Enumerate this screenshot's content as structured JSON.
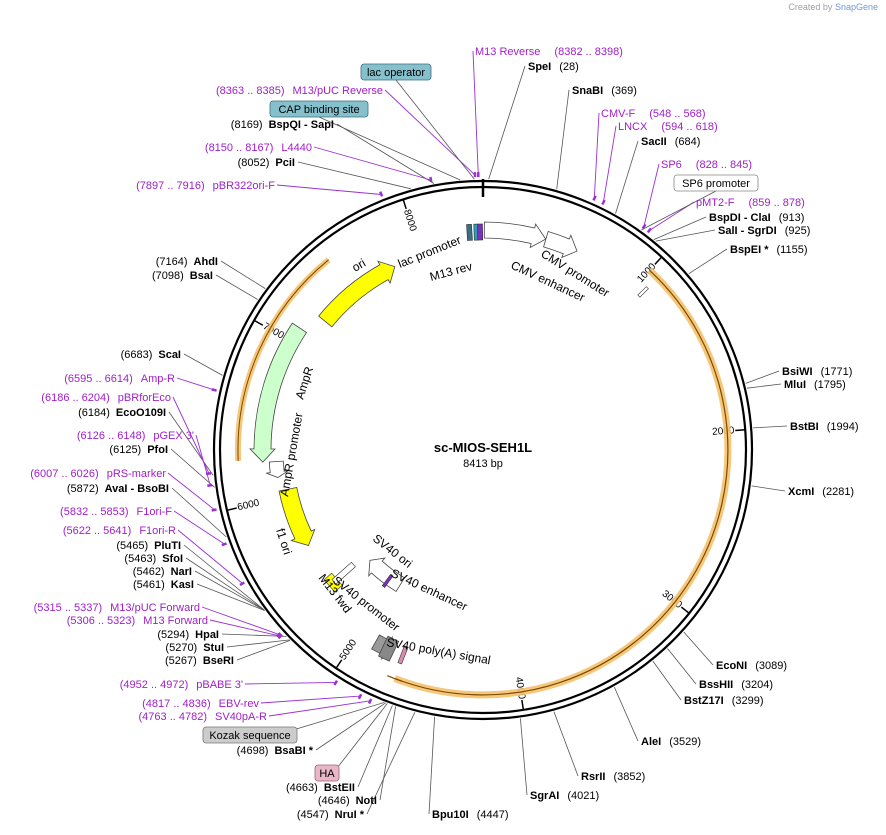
{
  "credit": {
    "prefix": "Created by",
    "brand": "SnapGene"
  },
  "plasmid": {
    "name": "sc-MIOS-SEH1L",
    "size_label": "8413 bp",
    "length": 8413
  },
  "colors": {
    "backbone": "#000000",
    "enzyme_text": "#000000",
    "primer_text": "#a020c8",
    "primer_mark": "#9b30d0",
    "ori": "#ffff00",
    "ampr": "#ccffcc",
    "orf_highlight": "#f5c16c",
    "orf_arrow": "#e5a52a",
    "feature_label_bg": "#86c0cc",
    "kozak_bg": "#cccccc",
    "ha_bg": "#e9b7c8"
  },
  "ticks": [
    {
      "bp": 1000,
      "label": "1000"
    },
    {
      "bp": 2000,
      "label": "2000"
    },
    {
      "bp": 3000,
      "label": "3000"
    },
    {
      "bp": 4000,
      "label": "4000"
    },
    {
      "bp": 5000,
      "label": "5000"
    },
    {
      "bp": 6000,
      "label": "6000"
    },
    {
      "bp": 7000,
      "label": "7000"
    },
    {
      "bp": 8000,
      "label": "8000"
    }
  ],
  "features": [
    {
      "name": "ori",
      "start": 7225,
      "end": 7813,
      "dir": 1,
      "type": "ori",
      "label": "ori"
    },
    {
      "name": "AmpR",
      "start": 6236,
      "end": 7096,
      "dir": -1,
      "type": "ampr",
      "label": "AmpR"
    },
    {
      "name": "AmpR promoter",
      "start": 6131,
      "end": 6235,
      "dir": -1,
      "type": "promoter",
      "label": "AmpR promoter"
    },
    {
      "name": "f1 ori",
      "start": 5639,
      "end": 6044,
      "dir": -1,
      "type": "ori",
      "label": "f1 ori"
    },
    {
      "name": "CMV enhancer",
      "start": 8,
      "end": 387,
      "dir": 1,
      "type": "promoter",
      "label": "CMV enhancer"
    },
    {
      "name": "CMV promoter",
      "start": 388,
      "end": 591,
      "dir": 1,
      "type": "promoter",
      "label": "CMV promoter"
    },
    {
      "name": "SV40 promoter",
      "start": 4944,
      "end": 5274,
      "dir": 1,
      "type": "promoter",
      "label": "SV40 promoter"
    },
    {
      "name": "SV40 poly(A) signal",
      "start": 4769,
      "end": 4890,
      "dir": -1,
      "type": "gray",
      "label": "SV40 poly(A) signal"
    }
  ],
  "feature_labels": {
    "lac_promoter": "lac promoter",
    "m13_rev": "M13 rev",
    "sv40_ori": "SV40 ori",
    "sv40_enhancer": "SV40 enhancer",
    "m13_fwd": "M13 fwd"
  },
  "orf": {
    "start": 1000,
    "end": 4700
  },
  "enzymes": [
    {
      "name": "SpeI",
      "pos": "(28)",
      "bp": 28
    },
    {
      "name": "SnaBI",
      "pos": "(369)",
      "bp": 369
    },
    {
      "name": "SacII",
      "pos": "(684)",
      "bp": 684
    },
    {
      "name": "BspDI  -  ClaI",
      "pos": "(913)",
      "bp": 913
    },
    {
      "name": "SalI  -  SgrDI",
      "pos": "(925)",
      "bp": 925
    },
    {
      "name": "BspEI *",
      "pos": "(1155)",
      "bp": 1155
    },
    {
      "name": "BsiWI",
      "pos": "(1771)",
      "bp": 1771
    },
    {
      "name": "MluI",
      "pos": "(1795)",
      "bp": 1795
    },
    {
      "name": "BstBI",
      "pos": "(1994)",
      "bp": 1994
    },
    {
      "name": "XcmI",
      "pos": "(2281)",
      "bp": 2281
    },
    {
      "name": "EcoNI",
      "pos": "(3089)",
      "bp": 3089
    },
    {
      "name": "BssHII",
      "pos": "(3204)",
      "bp": 3204
    },
    {
      "name": "BstZ17I",
      "pos": "(3299)",
      "bp": 3299
    },
    {
      "name": "AleI",
      "pos": "(3529)",
      "bp": 3529
    },
    {
      "name": "RsrII",
      "pos": "(3852)",
      "bp": 3852
    },
    {
      "name": "SgrAI",
      "pos": "(4021)",
      "bp": 4021
    },
    {
      "name": "Bpu10I",
      "pos": "(4447)",
      "bp": 4447
    },
    {
      "name": "NruI *",
      "pos": "(4547)",
      "bp": 4547
    },
    {
      "name": "NotI",
      "pos": "(4646)",
      "bp": 4646
    },
    {
      "name": "BstEII",
      "pos": "(4663)",
      "bp": 4663
    },
    {
      "name": "BsaBI *",
      "pos": "(4698)",
      "bp": 4698
    },
    {
      "name": "BseRI",
      "pos": "(5267)",
      "bp": 5267
    },
    {
      "name": "StuI",
      "pos": "(5270)",
      "bp": 5270
    },
    {
      "name": "HpaI",
      "pos": "(5294)",
      "bp": 5294
    },
    {
      "name": "KasI",
      "pos": "(5461)",
      "bp": 5461
    },
    {
      "name": "NarI",
      "pos": "(5462)",
      "bp": 5462
    },
    {
      "name": "SfoI",
      "pos": "(5463)",
      "bp": 5463
    },
    {
      "name": "PluTI",
      "pos": "(5465)",
      "bp": 5465
    },
    {
      "name": "AvaI  -  BsoBI",
      "pos": "(5872)",
      "bp": 5872
    },
    {
      "name": "PfoI",
      "pos": "(6125)",
      "bp": 6125
    },
    {
      "name": "EcoO109I",
      "pos": "(6184)",
      "bp": 6184
    },
    {
      "name": "ScaI",
      "pos": "(6683)",
      "bp": 6683
    },
    {
      "name": "BsaI",
      "pos": "(7098)",
      "bp": 7098
    },
    {
      "name": "AhdI",
      "pos": "(7164)",
      "bp": 7164
    },
    {
      "name": "PciI",
      "pos": "(8052)",
      "bp": 8052
    },
    {
      "name": "BspQI  -  SapI",
      "pos": "(8169)",
      "bp": 8169
    }
  ],
  "primers": [
    {
      "name": "M13 Reverse",
      "pos": "(8382 .. 8398)",
      "bp": 8390
    },
    {
      "name": "M13/pUC Reverse",
      "pos": "(8363 .. 8385)",
      "bp": 8374
    },
    {
      "name": "L4440",
      "pos": "(8150 .. 8167)",
      "bp": 8158
    },
    {
      "name": "pBR322ori-F",
      "pos": "(7897 .. 7916)",
      "bp": 7906
    },
    {
      "name": "CMV-F",
      "pos": "(548 .. 568)",
      "bp": 558
    },
    {
      "name": "LNCX",
      "pos": "(594 .. 618)",
      "bp": 606
    },
    {
      "name": "SP6",
      "pos": "(828 .. 845)",
      "bp": 836
    },
    {
      "name": "pMT2-F",
      "pos": "(859 .. 878)",
      "bp": 868
    },
    {
      "name": "Amp-R",
      "pos": "(6595 .. 6614)",
      "bp": 6604
    },
    {
      "name": "pBRforEco",
      "pos": "(6186 .. 6204)",
      "bp": 6195
    },
    {
      "name": "pGEX 3'",
      "pos": "(6126 .. 6148)",
      "bp": 6137
    },
    {
      "name": "pRS-marker",
      "pos": "(6007 .. 6026)",
      "bp": 6016
    },
    {
      "name": "F1ori-F",
      "pos": "(5832 .. 5853)",
      "bp": 5842
    },
    {
      "name": "F1ori-R",
      "pos": "(5622 .. 5641)",
      "bp": 5631
    },
    {
      "name": "M13/pUC Forward",
      "pos": "(5315 .. 5337)",
      "bp": 5326
    },
    {
      "name": "M13 Forward",
      "pos": "(5306 .. 5323)",
      "bp": 5314
    },
    {
      "name": "pBABE 3'",
      "pos": "(4952 .. 4972)",
      "bp": 4962
    },
    {
      "name": "EBV-rev",
      "pos": "(4817 .. 4836)",
      "bp": 4826
    },
    {
      "name": "SV40pA-R",
      "pos": "(4763 .. 4782)",
      "bp": 4772
    }
  ],
  "boxed_labels": [
    {
      "key": "lac_operator",
      "text": "lac operator",
      "style": "teal",
      "bp": 8370
    },
    {
      "key": "cap_binding",
      "text": "CAP binding site",
      "style": "teal",
      "bp": 8300
    },
    {
      "key": "sp6_promoter",
      "text": "SP6 promoter",
      "style": "white",
      "bp": 835
    },
    {
      "key": "kozak",
      "text": "Kozak sequence",
      "style": "gray",
      "bp": 4705
    },
    {
      "key": "ha",
      "text": "HA",
      "style": "pink",
      "bp": 4690
    }
  ]
}
